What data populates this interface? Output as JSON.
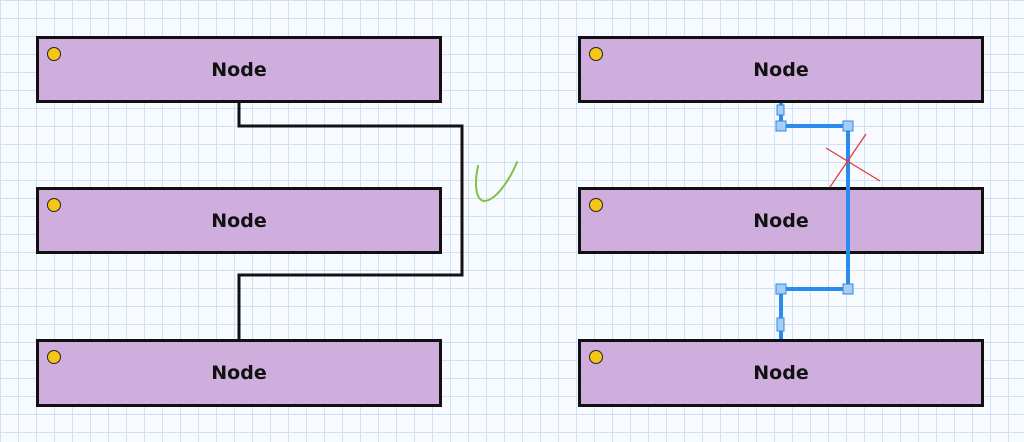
{
  "colors": {
    "node_fill": "#cfaedd",
    "node_border": "#111111",
    "port_dot": "#f5c518",
    "connector_good": "#111111",
    "connector_bad": "#2a8bec",
    "check_mark": "#7dc243",
    "cross_mark": "#e53935",
    "grid_line": "#cfe2f3"
  },
  "left_diagram": {
    "nodes": [
      {
        "label": "Node"
      },
      {
        "label": "Node"
      },
      {
        "label": "Node"
      }
    ],
    "annotation_icon": "check-mark-icon"
  },
  "right_diagram": {
    "nodes": [
      {
        "label": "Node"
      },
      {
        "label": "Node"
      },
      {
        "label": "Node"
      }
    ],
    "annotation_icon": "cross-mark-icon"
  }
}
